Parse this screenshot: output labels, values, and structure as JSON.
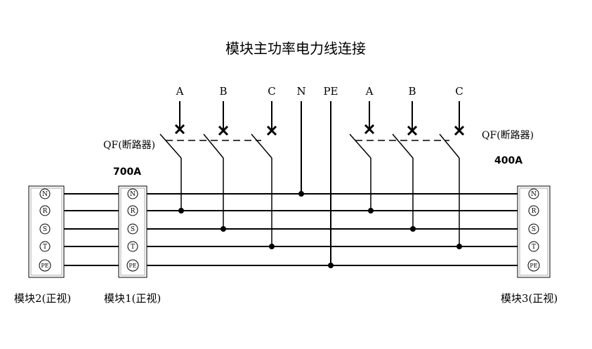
{
  "diagram": {
    "title": "模块主功率电力线连接",
    "left_phase_labels": [
      "A",
      "B",
      "C"
    ],
    "middle_labels": [
      "N",
      "PE"
    ],
    "right_phase_labels": [
      "A",
      "B",
      "C"
    ],
    "breaker_label_left": "QF(断路器)",
    "breaker_label_right": "QF(断路器)",
    "current_left": "700A",
    "current_right": "400A",
    "terminal_labels": [
      "N",
      "R",
      "S",
      "T",
      "PE"
    ],
    "module_labels": {
      "module2": "模块2(正视)",
      "module1": "模块1(正视)",
      "module3": "模块3(正视)"
    }
  }
}
